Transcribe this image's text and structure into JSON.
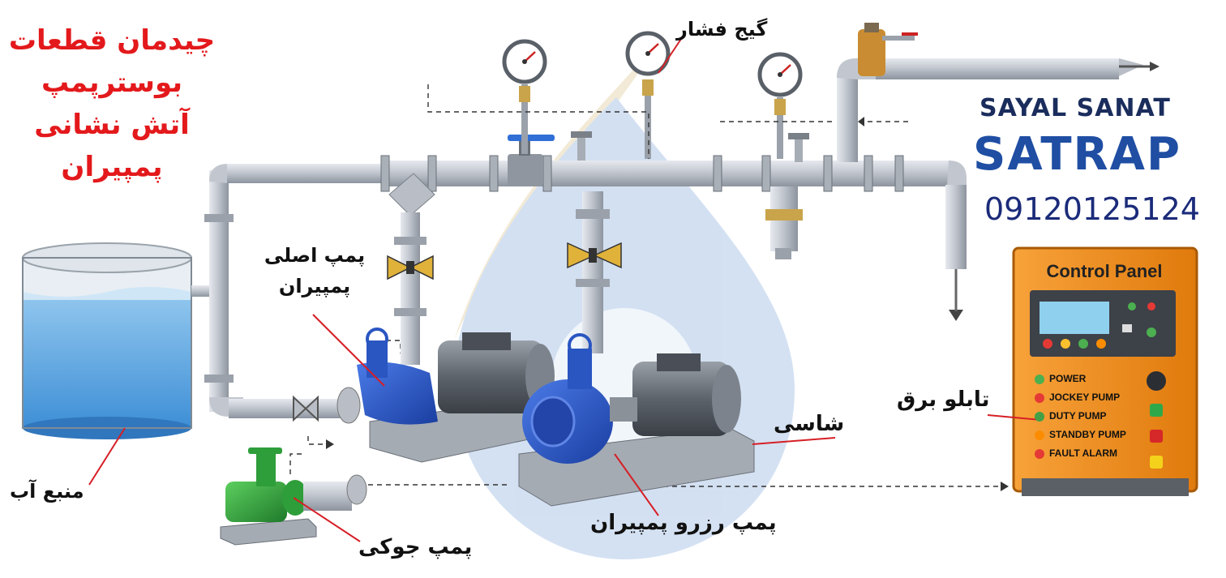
{
  "title_lines": [
    "چیدمان قطعات",
    "بوسترپمپ",
    "آتش نشانی",
    "پمپیران"
  ],
  "brand": {
    "company": "SAYAL SANAT",
    "name": "SATRAP",
    "phone": "09120125124"
  },
  "labels": {
    "pressure_gauge": "گیج فشار",
    "main_pump": [
      "پمپ اصلی",
      "پمپیران"
    ],
    "water_source": "منبع آب",
    "jockey_pump": "پمپ جوکی",
    "reserve_pump": "پمپ رزرو پمپیران",
    "chassis": "شاسی",
    "electrical_panel": "تابلو برق"
  },
  "control_panel": {
    "title": "Control Panel",
    "legend": [
      {
        "label": "POWER",
        "color": "#4caf50"
      },
      {
        "label": "JOCKEY PUMP",
        "color": "#e53935"
      },
      {
        "label": "DUTY PUMP",
        "color": "#43a047"
      },
      {
        "label": "STANDBY PUMP",
        "color": "#fb8c00"
      },
      {
        "label": "FAULT ALARM",
        "color": "#e53935"
      }
    ]
  },
  "colors": {
    "title_red": "#e3191c",
    "pipe": "#b9bec6",
    "pump_blue": "#1e4fc4",
    "jockey_green": "#2e9e3a",
    "panel_orange": "#f08a12",
    "water": "#6fb4e8"
  }
}
